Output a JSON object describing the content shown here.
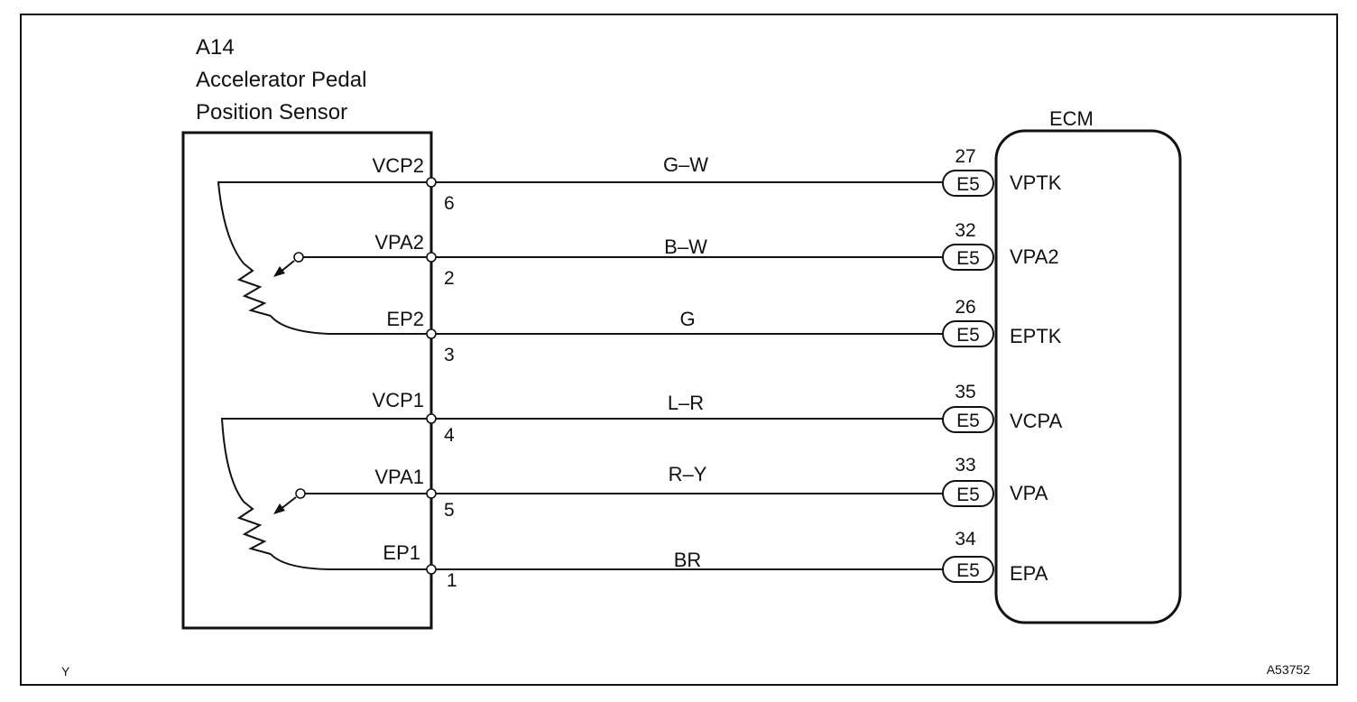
{
  "sensor": {
    "code": "A14",
    "name_line1": "Accelerator Pedal",
    "name_line2": "Position Sensor"
  },
  "ecm": {
    "label": "ECM"
  },
  "circuits": [
    {
      "sensor_pin": "VCP2",
      "sensor_terminal": "6",
      "wire_color": "G–W",
      "connector": "E5",
      "ecm_terminal": "27",
      "ecm_pin": "VPTK"
    },
    {
      "sensor_pin": "VPA2",
      "sensor_terminal": "2",
      "wire_color": "B–W",
      "connector": "E5",
      "ecm_terminal": "32",
      "ecm_pin": "VPA2"
    },
    {
      "sensor_pin": "EP2",
      "sensor_terminal": "3",
      "wire_color": "G",
      "connector": "E5",
      "ecm_terminal": "26",
      "ecm_pin": "EPTK"
    },
    {
      "sensor_pin": "VCP1",
      "sensor_terminal": "4",
      "wire_color": "L–R",
      "connector": "E5",
      "ecm_terminal": "35",
      "ecm_pin": "VCPA"
    },
    {
      "sensor_pin": "VPA1",
      "sensor_terminal": "5",
      "wire_color": "R–Y",
      "connector": "E5",
      "ecm_terminal": "33",
      "ecm_pin": "VPA"
    },
    {
      "sensor_pin": "EP1",
      "sensor_terminal": "1",
      "wire_color": "BR",
      "connector": "E5",
      "ecm_terminal": "34",
      "ecm_pin": "EPA"
    }
  ],
  "footer": {
    "left_code": "Y",
    "figure_id": "A53752"
  }
}
